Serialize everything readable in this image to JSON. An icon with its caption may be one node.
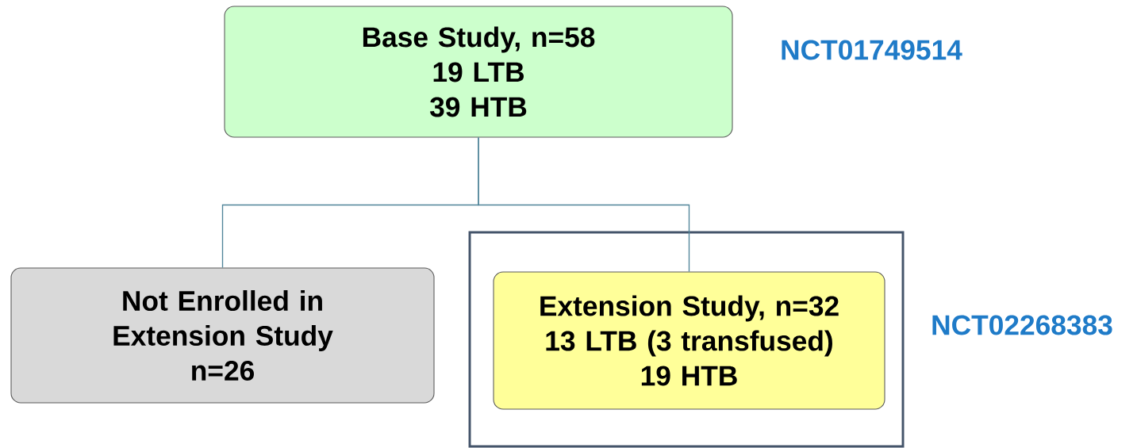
{
  "diagram": {
    "nodes": [
      {
        "text": [
          "Base Study, n=58",
          "19 LTB",
          "39 HTB"
        ]
      },
      {
        "text": [
          "Not Enrolled in Extension Study",
          "n=26"
        ]
      },
      {
        "text": [],
        "shape": "box"
      },
      {
        "text": [
          "Extension Study, n=32",
          "13 LTB (3 transfused)",
          "19 HTB"
        ],
        "in": 2
      }
    ],
    "edges": [
      {
        "from": 0,
        "to": 1,
        "arrow": "none"
      },
      {
        "from": 0,
        "to": 3,
        "arrow": "none"
      }
    ],
    "labels": [
      "NCT01749514",
      "NCT02268383"
    ]
  }
}
